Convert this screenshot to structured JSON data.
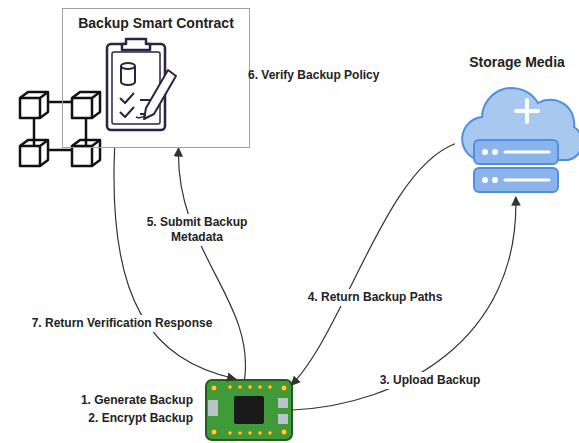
{
  "diagram": {
    "nodes": [
      {
        "text": [
          "Backup Smart Contract"
        ]
      },
      {
        "text": [
          "Storage Media"
        ]
      },
      {
        "text": [
          "1. Generate Backup",
          "2. Encrypt Backup"
        ]
      }
    ],
    "edges": [
      {
        "from": 2,
        "to": 1,
        "label": "3. Upload Backup",
        "arrow": "to"
      },
      {
        "from": 1,
        "to": 2,
        "label": "4. Return Backup Paths",
        "arrow": "to"
      },
      {
        "from": 2,
        "to": 0,
        "label": "5. Submit Backup Metadata",
        "arrow": "to"
      },
      {
        "from": 0,
        "to": 2,
        "label": "7. Return Verification Response",
        "arrow": "to"
      }
    ],
    "labels": [
      "6. Verify Backup Policy"
    ]
  }
}
